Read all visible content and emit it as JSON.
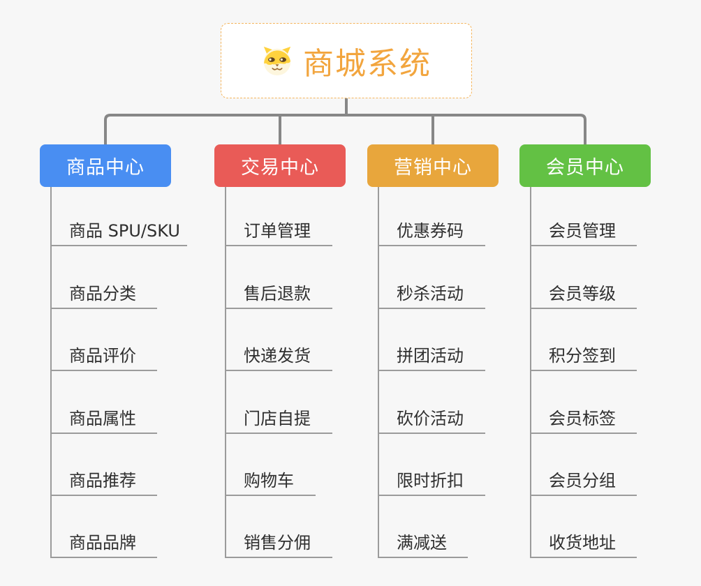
{
  "root": {
    "title": "商城系统",
    "icon": "shiba-dog-icon"
  },
  "columns": [
    {
      "label": "商品中心",
      "color": "#498ef2",
      "items": [
        "商品 SPU/SKU",
        "商品分类",
        "商品评价",
        "商品属性",
        "商品推荐",
        "商品品牌"
      ]
    },
    {
      "label": "交易中心",
      "color": "#e95b57",
      "items": [
        "订单管理",
        "售后退款",
        "快递发货",
        "门店自提",
        "购物车",
        "销售分佣"
      ]
    },
    {
      "label": "营销中心",
      "color": "#e8a63c",
      "items": [
        "优惠券码",
        "秒杀活动",
        "拼团活动",
        "砍价活动",
        "限时折扣",
        "满减送"
      ]
    },
    {
      "label": "会员中心",
      "color": "#63c144",
      "items": [
        "会员管理",
        "会员等级",
        "积分签到",
        "会员标签",
        "会员分组",
        "收货地址"
      ]
    }
  ],
  "colors": {
    "background": "#f7f7f7",
    "connector": "#878787",
    "underline": "#9b9b9b",
    "leaf_text": "#2f2f2f",
    "root_accent": "#f2a53e",
    "root_border": "#f4b45a"
  }
}
